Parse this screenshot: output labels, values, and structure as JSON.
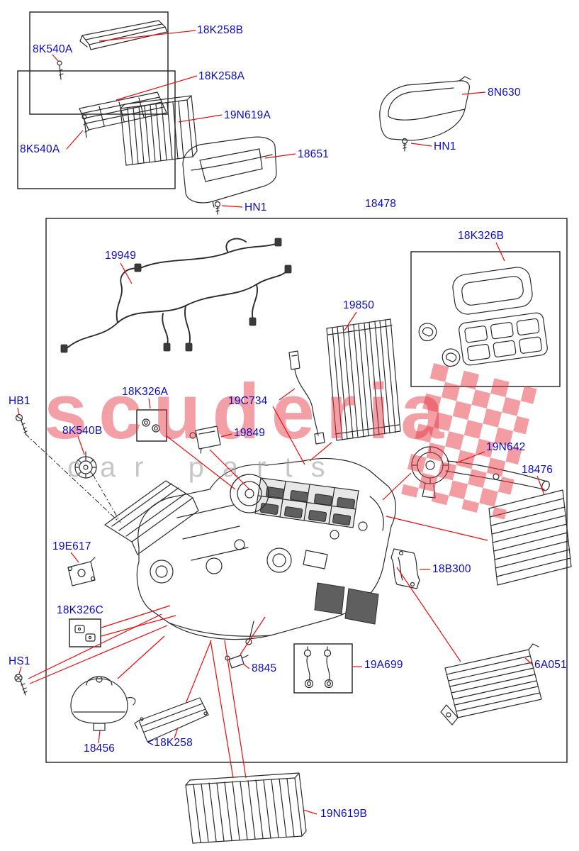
{
  "watermark": {
    "brand": "scuderia",
    "tagline": "car parts"
  },
  "colors": {
    "label": "#0b0bc4",
    "leader": "#ee0a0a",
    "line": "#2b2b2b",
    "watermark_red": "#e63946",
    "watermark_gray": "#9a9a9a"
  },
  "labels": {
    "k18K258B": "18K258B",
    "k8K540A_top": "8K540A",
    "k18K258A": "18K258A",
    "k8K540A_bottom": "8K540A",
    "k19N619A": "19N619A",
    "k18651": "18651",
    "kHN1_left": "HN1",
    "k8N630": "8N630",
    "kHN1_right": "HN1",
    "k18478": "18478",
    "k19949": "19949",
    "k18K326B": "18K326B",
    "k19850": "19850",
    "kHB1": "HB1",
    "k18K326A": "18K326A",
    "k19C734": "19C734",
    "k8K540B": "8K540B",
    "k19849": "19849",
    "k19N642": "19N642",
    "k18476": "18476",
    "k19E617": "19E617",
    "k18B300": "18B300",
    "k18K326C": "18K326C",
    "kHS1": "HS1",
    "k8845": "8845",
    "k19A699": "19A699",
    "k6A051": "6A051",
    "k18456": "18456",
    "k18K258_ref": "<18K258",
    "k19N619B": "19N619B"
  }
}
